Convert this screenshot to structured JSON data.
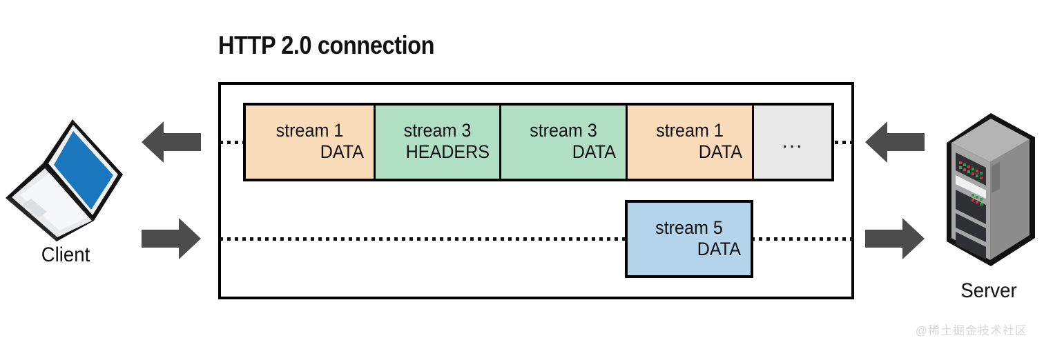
{
  "diagram": {
    "title": "HTTP 2.0 connection",
    "watermark": "@稀土掘金技术社区",
    "colors": {
      "orange": "#fadcba",
      "green": "#b0dfc4",
      "blue": "#b3d4ea",
      "gray": "#e8e8e8",
      "outline": "#000000",
      "arrow": "#4c4c4c",
      "laptop_screen": "#1a76bd",
      "laptop_base": "#e9eaec",
      "server_body": "#9a9a9a",
      "server_side": "#7e7e7e",
      "server_bay": "#2f3033",
      "led_red": "#cf3a3a",
      "led_green": "#2f9e4f"
    }
  },
  "endpoints": {
    "client": {
      "label": "Client",
      "icon": "laptop-icon"
    },
    "server": {
      "label": "Server",
      "icon": "server-rack-icon"
    }
  },
  "arrows": [
    {
      "name": "arrow-server-to-client-top",
      "direction": "left"
    },
    {
      "name": "arrow-client-to-server-bottom",
      "direction": "right"
    },
    {
      "name": "arrow-inbound-top",
      "direction": "left"
    },
    {
      "name": "arrow-outbound-bottom",
      "direction": "right"
    }
  ],
  "frame_row": [
    {
      "stream": "stream 1",
      "type": "DATA",
      "color": "#fadcba",
      "width": 188
    },
    {
      "stream": "stream 3",
      "type": "HEADERS",
      "color": "#b0dfc4",
      "width": 182
    },
    {
      "stream": "stream 3",
      "type": "DATA",
      "color": "#b0dfc4",
      "width": 183
    },
    {
      "stream": "stream 1",
      "type": "DATA",
      "color": "#fadcba",
      "width": 183
    },
    {
      "stream": "…",
      "type": "",
      "color": "#e8e8e8",
      "width": 112,
      "ellipsis": "..."
    }
  ],
  "frame_solo": {
    "stream": "stream 5",
    "type": "DATA",
    "color": "#b3d4ea"
  }
}
